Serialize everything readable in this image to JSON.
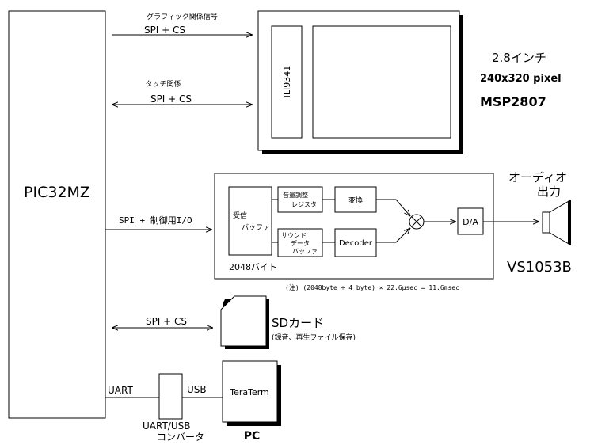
{
  "mcu": {
    "label": "PIC32MZ"
  },
  "lcd": {
    "signal_graphic": "グラフィック関係信号",
    "bus_graphic": "SPI + CS",
    "signal_touch": "タッチ関係",
    "bus_touch": "SPI + CS",
    "controller": "ILI9341",
    "size": "2.8インチ",
    "resolution": "240x320 pixel",
    "model": "MSP2807"
  },
  "audio": {
    "bus": "SPI + 制御用I/O",
    "recv_buffer": "受信\nバッファ",
    "buffer_size": "2048バイト",
    "volume_reg": "音量調整\nレジスタ",
    "convert": "変換",
    "sound_buffer": "サウンド\nデータ\nバッファ",
    "decoder": "Decoder",
    "da": "D/A",
    "output": "オーディオ\n出力",
    "model": "VS1053B",
    "note": "(注)  (2048byte ÷  4 byte) × 22.6μsec = 11.6msec"
  },
  "sd": {
    "bus": "SPI + CS",
    "label": "SDカード",
    "note": "(録音、再生ファイル保存)"
  },
  "serial": {
    "uart": "UART",
    "usb": "USB",
    "converter": "UART/USB\nコンバータ",
    "terminal": "TeraTerm",
    "pc": "PC"
  }
}
